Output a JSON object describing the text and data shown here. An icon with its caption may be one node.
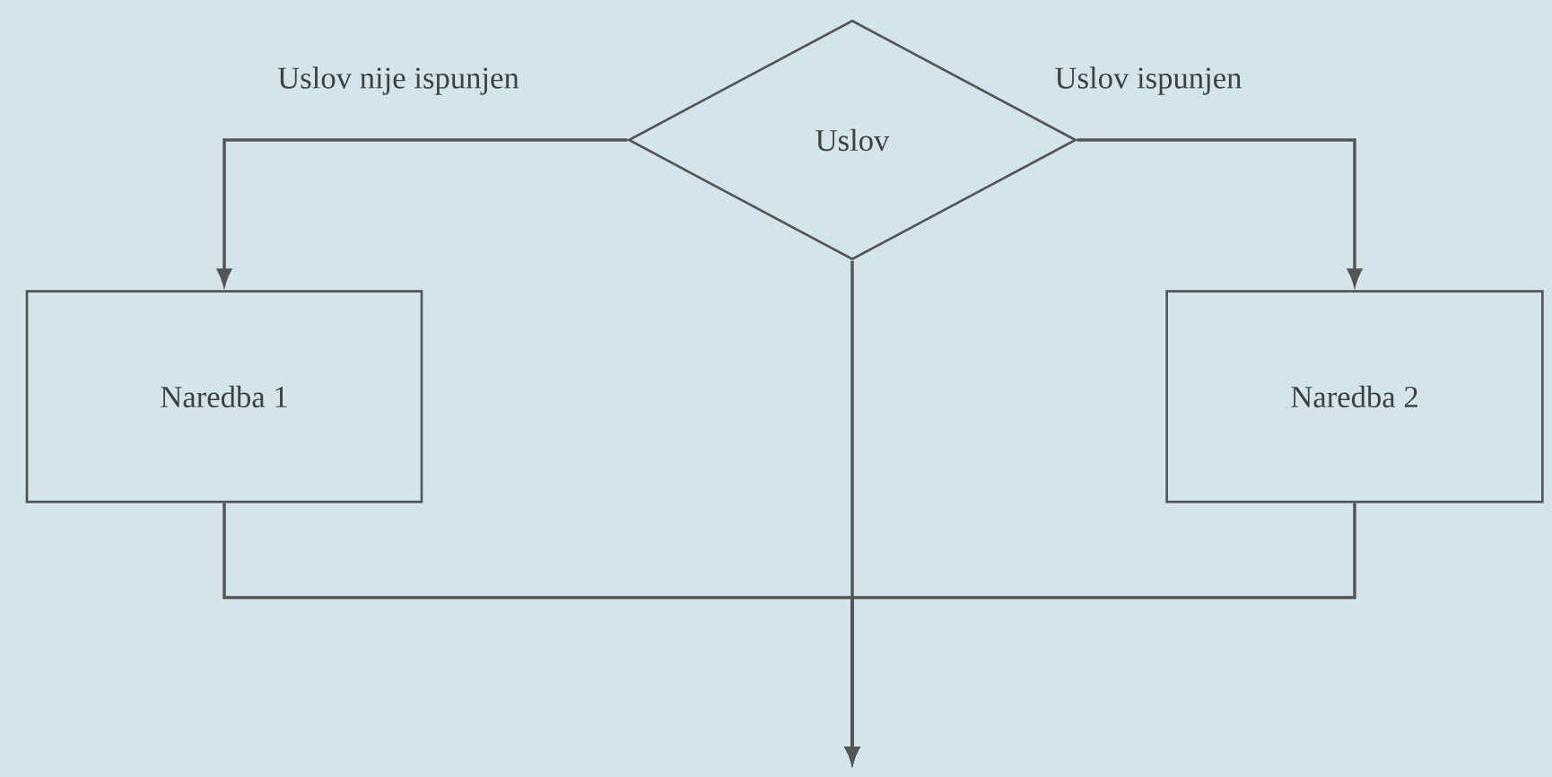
{
  "diagram": {
    "nodes": [
      {
        "text": [
          "Uslov"
        ]
      },
      {
        "text": [
          "Naredba 1"
        ]
      },
      {
        "text": [
          "Naredba 2"
        ]
      }
    ],
    "edges": [
      {
        "from": 0,
        "to": 1,
        "arrow": "to",
        "label": "Uslov nije ispunjen"
      },
      {
        "from": 0,
        "to": 2,
        "arrow": "to",
        "label": "Uslov ispunjen"
      },
      {
        "from": 0,
        "to": null,
        "arrow": "to"
      },
      {
        "from": 1,
        "to": null,
        "arrow": "to"
      },
      {
        "from": 2,
        "to": null,
        "arrow": "to"
      }
    ]
  }
}
